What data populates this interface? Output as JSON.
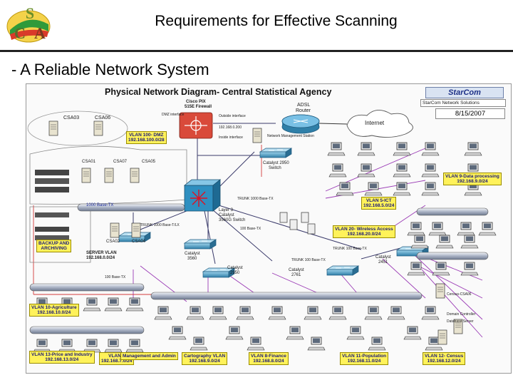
{
  "slide": {
    "title": "Requirements for Effective Scanning",
    "bullet": "- A Reliable Network System"
  },
  "logo": {
    "letters": [
      "S",
      "C",
      "A"
    ]
  },
  "diagram": {
    "title": "Physical Network Diagram- Central Statistical Agency",
    "brand": "StarCom",
    "brand_sub": "StarCom Network Solutions",
    "date": "8/15/2007",
    "firewall": {
      "name": "Cisco PIX",
      "model": "515E Firewall"
    },
    "firewall_ifaces": [
      "DMZ interface",
      "Outside interface",
      "192.168.0.200",
      "Inside interface"
    ],
    "router": {
      "name": "ADSL",
      "model": "Router"
    },
    "internet": "Internet",
    "dmz": {
      "vlan": "VLAN 100- DMZ",
      "net": "192.168.100.0/28"
    },
    "dmz_servers": [
      "CSA03",
      "CSA06"
    ],
    "server_names": [
      "CSA01",
      "CSA07",
      "CSA05",
      "CSA02",
      "CSA04"
    ],
    "mgmt": "Network Management Station",
    "switches": {
      "core": {
        "name": "Layer 3",
        "vendor": "Catalyst",
        "model": "3560G Switch"
      },
      "c2950": {
        "name": "Catalyst 2950",
        "label": "Switch"
      },
      "c3560": {
        "name": "Catalyst",
        "model": "3560"
      },
      "c2950b": {
        "name": "Catalyst",
        "model": "2950"
      },
      "c2761": {
        "name": "Catalyst",
        "model": "2761"
      },
      "c2451": {
        "name": "Catalyst",
        "model": "2451"
      }
    },
    "backbone": "1000 Base-TX",
    "backup": {
      "title": "BACKUP AND",
      "title2": "ARCHIVING"
    },
    "server_vlan": {
      "name": "SERVER VLAN",
      "net": "192.168.0.0/24"
    },
    "trunk_labels": [
      "TRUNK 1000 Base-TX",
      "TRUNK 1000 Base-T/LX",
      "100 Base-TX",
      "100 Base-TX",
      "TRUNK 100 Base-TX",
      "TRUNK 100 Base-TX"
    ],
    "vlans": [
      {
        "name": "VLAN 10-Agriculture",
        "net": "192.168.10.0/24"
      },
      {
        "name": "VLAN 13-Price and Industry",
        "net": "192.168.13.0/24"
      },
      {
        "name": "VLAN 7",
        "net": "192.168.7.0/24"
      },
      {
        "name": "Management and Admin",
        "net": ""
      },
      {
        "name": "Cartography VLAN",
        "net": "192.168.9.0/24"
      },
      {
        "name": "VLAN 8-Finance",
        "net": "192.168.8.0/24"
      },
      {
        "name": "VLAN 11-Population",
        "net": "192.168.11.0/24"
      },
      {
        "name": "VLAN 12- Census",
        "net": "192.168.12.0/24"
      },
      {
        "name": "VLAN 9-Data processing",
        "net": "192.168.9.0/24"
      },
      {
        "name": "VLAN 5-ICT",
        "net": "192.168.5.0/24"
      },
      {
        "name": "VLAN 20- Wireless Access",
        "net": "192.168.20.0/24"
      }
    ],
    "census_notes": [
      "Census-CSA06",
      "Domain Controller",
      "Database Server"
    ]
  }
}
